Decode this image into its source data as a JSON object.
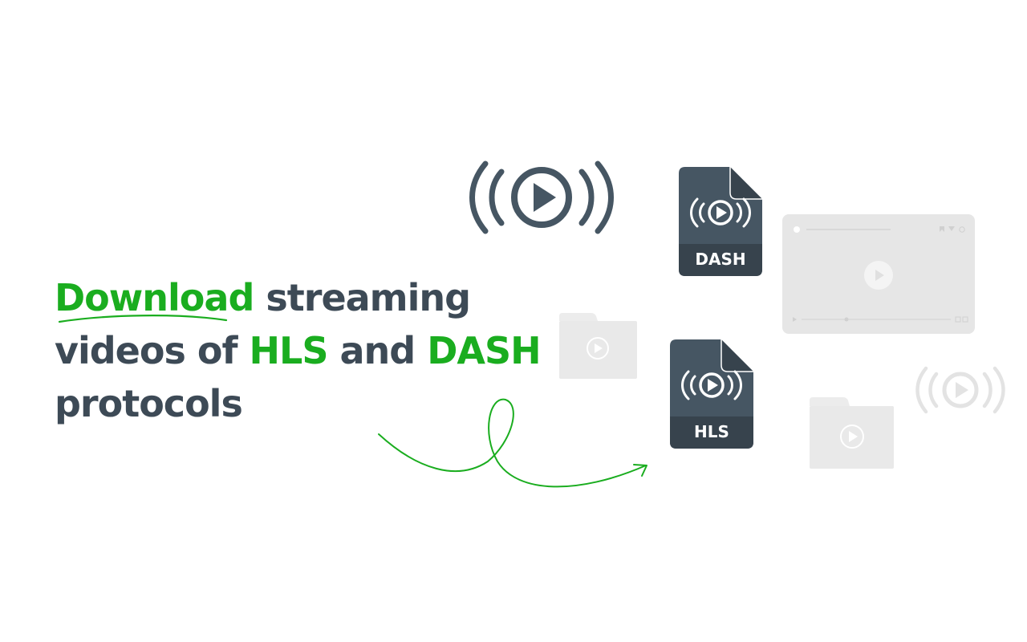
{
  "headline": {
    "line1": {
      "highlight": "Download",
      "rest": "streaming"
    },
    "line2": {
      "prefix": "videos of",
      "hls": "HLS",
      "middle": "and",
      "dash": "DASH"
    },
    "line3": "protocols"
  },
  "files": {
    "dash_label": "DASH",
    "hls_label": "HLS"
  },
  "colors": {
    "accent_green": "#1aad1f",
    "dark_slate": "#3d4a56",
    "doc_body": "#465663",
    "doc_band": "#37434d",
    "light_gray": "#e6e6e6"
  },
  "icons": [
    "broadcast-play-icon",
    "file-dash-icon",
    "file-hls-icon",
    "video-player-placeholder",
    "folder-video-icon",
    "curved-arrow"
  ]
}
